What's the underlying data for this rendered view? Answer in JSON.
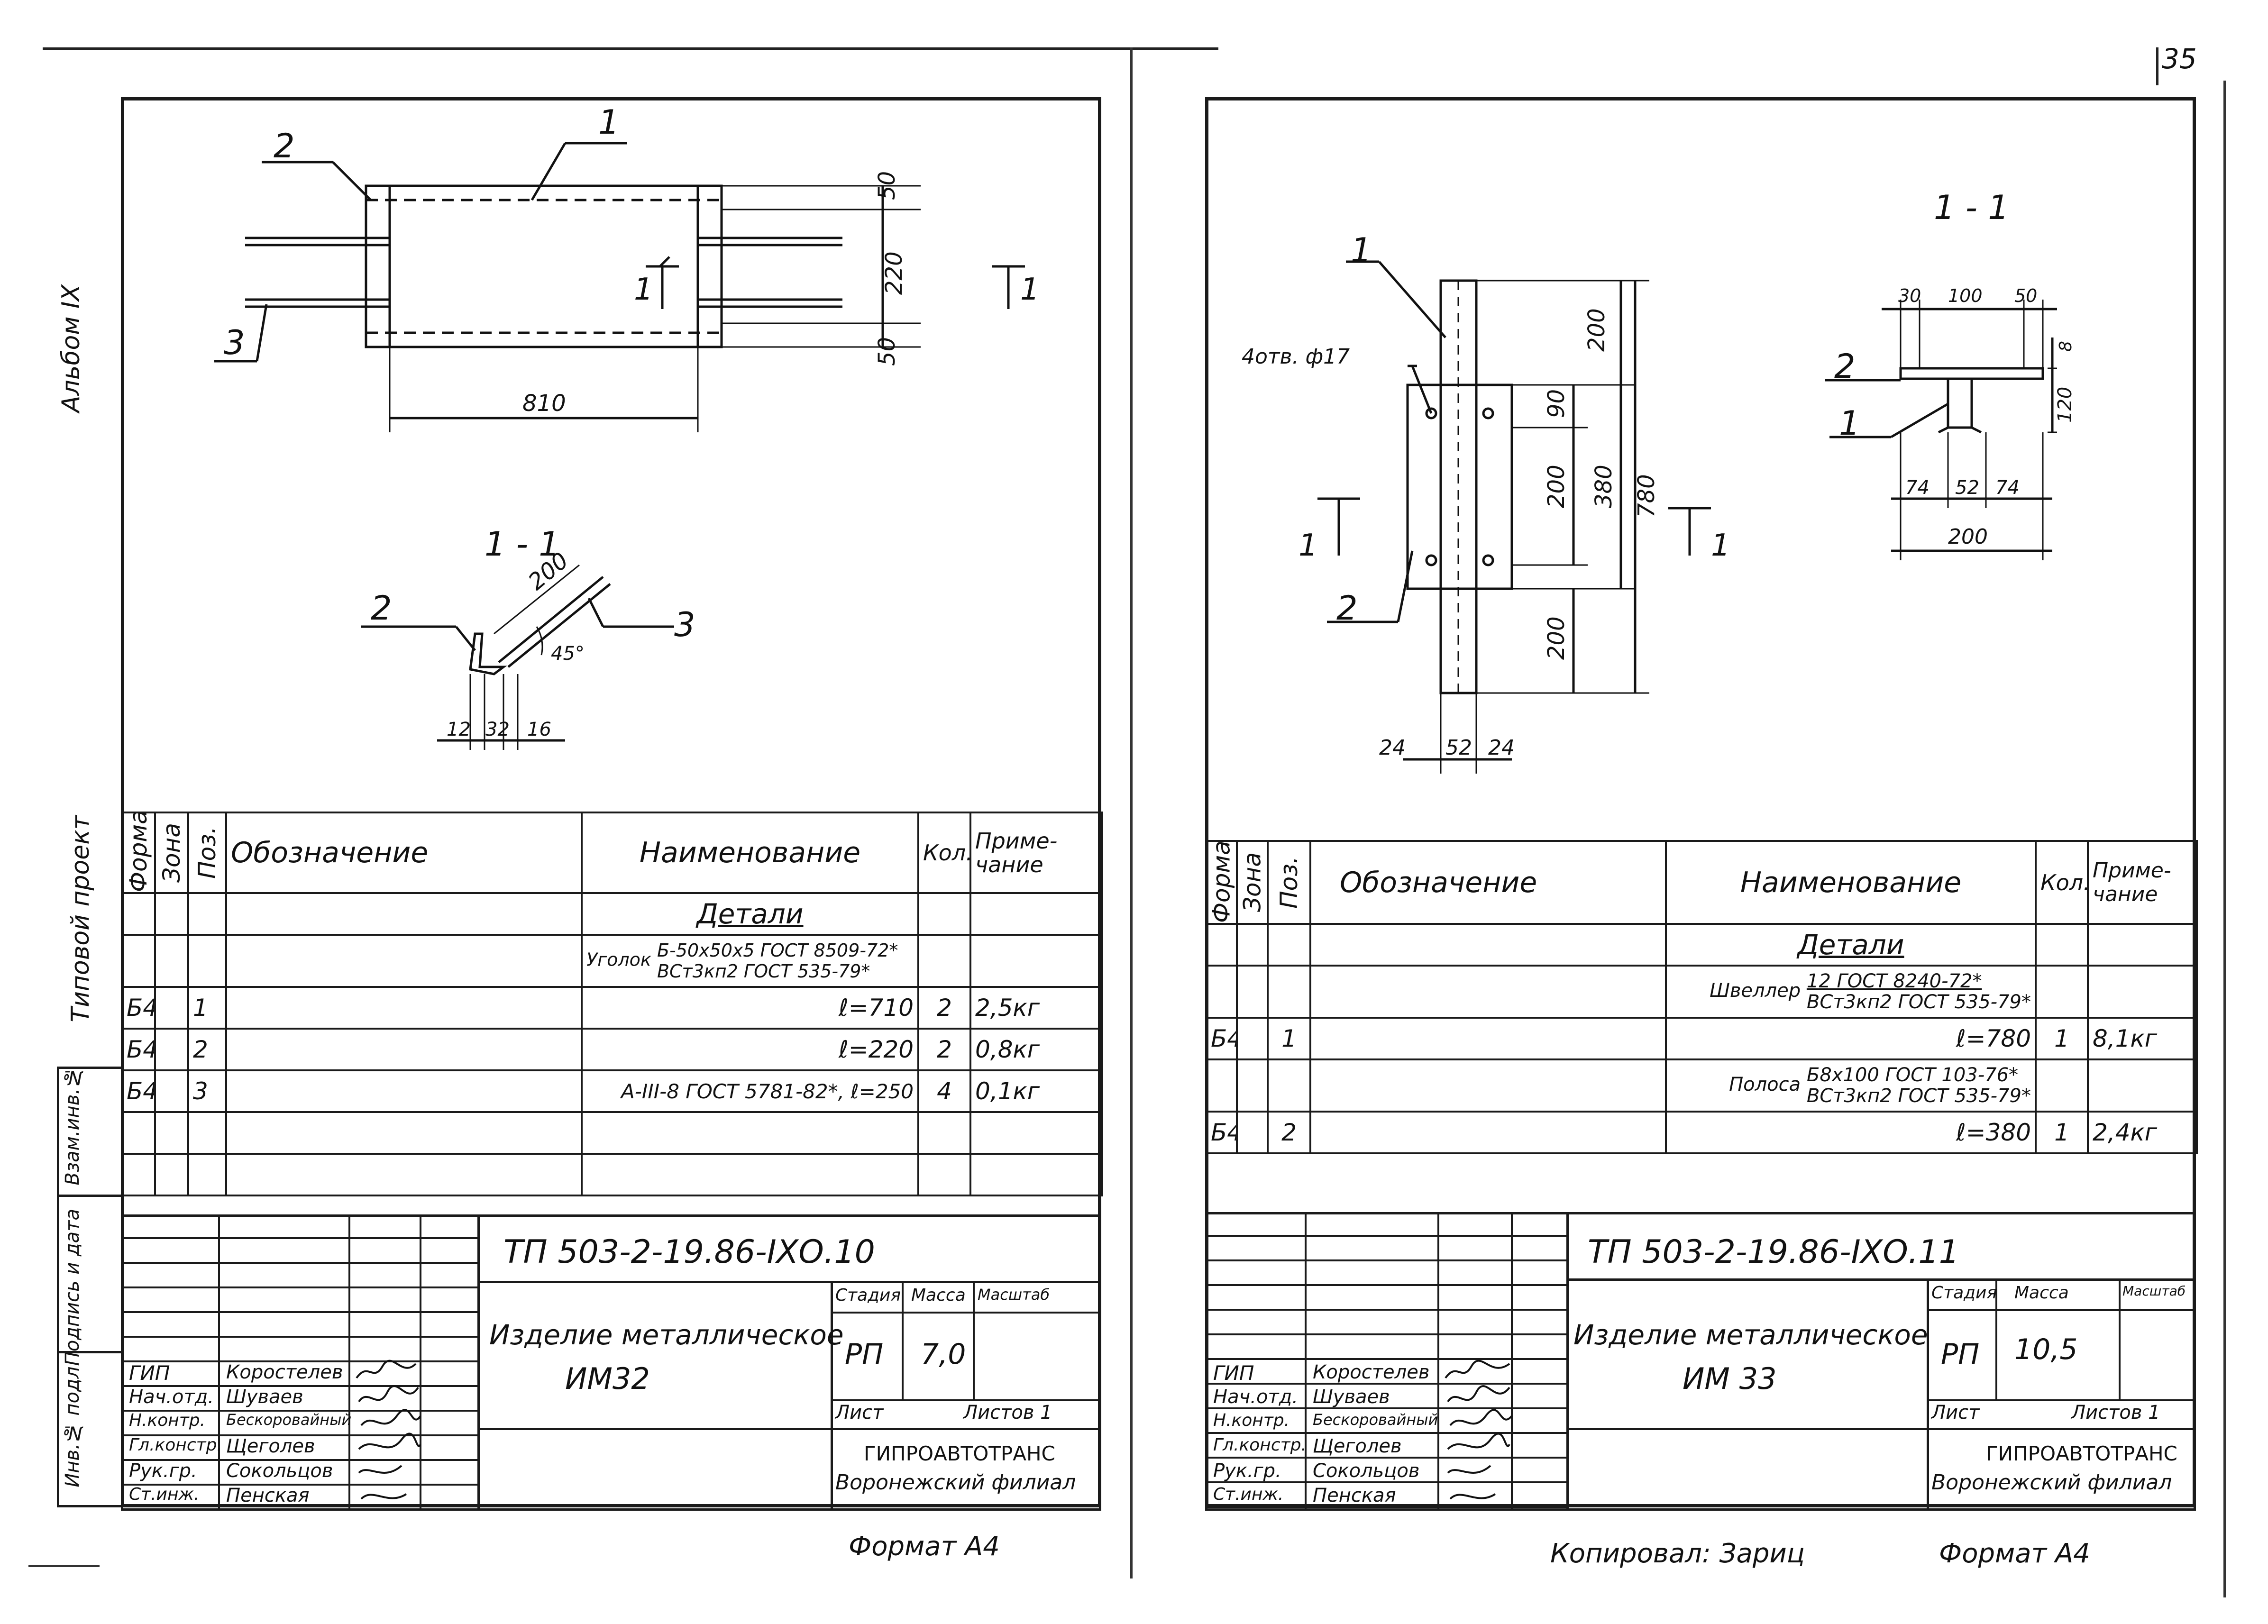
{
  "page_number": "35",
  "side_labels": {
    "album": "Альбом IX",
    "project": "Типовой проект",
    "inv_no": "Взам.инв.№",
    "signature_date": "Подпись и дата",
    "inv_no_orig": "Инв.№ подл."
  },
  "left": {
    "drawing": {
      "labels": [
        "1",
        "2",
        "3"
      ],
      "dim_50_top": "50",
      "dim_220": "220",
      "dim_50_bot": "50",
      "dim_810": "810",
      "section": "1 - 1",
      "section_mark": "1",
      "dim_200": "200",
      "angle": "45°",
      "dims_bottom": [
        "12",
        "32",
        "16"
      ]
    },
    "spec": {
      "headers": [
        "Формат",
        "Зона",
        "Поз.",
        "Обозначение",
        "Наименование",
        "Кол.",
        "Приме-чание"
      ],
      "section_title": "Детали",
      "material": [
        "Уголок",
        "Б-50x50x5 ГОСТ 8509-72*",
        "ВСт3кп2 ГОСТ 535-79*"
      ],
      "rows": [
        {
          "format": "Б4",
          "pos": "1",
          "name": "ℓ=710",
          "qty": "2",
          "note": "2,5кг"
        },
        {
          "format": "Б4",
          "pos": "2",
          "name": "ℓ=220",
          "qty": "2",
          "note": "0,8кг"
        },
        {
          "format": "Б4",
          "pos": "3",
          "name": "A-III-8 ГОСТ 5781-82*, ℓ=250",
          "qty": "4",
          "note": "0,1кг"
        }
      ]
    },
    "title_block": {
      "code": "ТП     503-2-19.86-IХО.10",
      "item": "Изделие металлическое",
      "item_code": "ИМ32",
      "stage_label": "Стадия",
      "mass_label": "Масса",
      "scale_label": "Масштаб",
      "stage": "РП",
      "mass": "7,0",
      "sheet_label": "Лист",
      "sheets_label": "Листов 1",
      "org": "ГИПРОАВТОТРАНС",
      "branch": "Воронежский филиал",
      "staff": [
        {
          "role": "ГИП",
          "name": "Коростелев"
        },
        {
          "role": "Нач.отд.",
          "name": "Шуваев"
        },
        {
          "role": "Н.контр.",
          "name": "Бескоровайный"
        },
        {
          "role": "Гл.констр.",
          "name": "Щеголев"
        },
        {
          "role": "Рук.гр.",
          "name": "Сокольцов"
        },
        {
          "role": "Ст.инж.",
          "name": "Пенская"
        }
      ]
    },
    "format": "Формат А4"
  },
  "right": {
    "drawing": {
      "labels": [
        "1",
        "2"
      ],
      "hole_note": "4отв. ф17",
      "dims_vertical": [
        "200",
        "90",
        "200",
        "380",
        "780",
        "200"
      ],
      "dims_bottom": [
        "24",
        "52",
        "24"
      ],
      "section": "1 - 1",
      "section_mark": "1",
      "dims_top": [
        "30",
        "100",
        "50"
      ],
      "dim_8": "8",
      "dim_120": "120",
      "dims_mid": [
        "74",
        "52",
        "74"
      ],
      "dim_200": "200"
    },
    "spec": {
      "headers": [
        "Формат",
        "Зона",
        "Поз.",
        "Обозначение",
        "Наименование",
        "Кол.",
        "Приме-чание"
      ],
      "section_title": "Детали",
      "material1": [
        "Швеллер",
        "12 ГОСТ 8240-72*",
        "ВСт3кп2 ГОСТ 535-79*"
      ],
      "material2": [
        "Полоса",
        "Б8x100 ГОСТ 103-76*",
        "ВСт3кп2 ГОСТ 535-79*"
      ],
      "rows": [
        {
          "format": "Б4",
          "pos": "1",
          "name": "ℓ=780",
          "qty": "1",
          "note": "8,1кг"
        },
        {
          "format": "Б4",
          "pos": "2",
          "name": "ℓ=380",
          "qty": "1",
          "note": "2,4кг"
        }
      ]
    },
    "title_block": {
      "code": "ТП     503-2-19.86-IХО.11",
      "item": "Изделие металлическое",
      "item_code": "ИМ 33",
      "stage_label": "Стадия",
      "mass_label": "Масса",
      "scale_label": "Масштаб",
      "stage": "РП",
      "mass": "10,5",
      "sheet_label": "Лист",
      "sheets_label": "Листов 1",
      "org": "ГИПРОАВТОТРАНС",
      "branch": "Воронежский филиал",
      "staff": [
        {
          "role": "ГИП",
          "name": "Коростелев"
        },
        {
          "role": "Нач.отд.",
          "name": "Шуваев"
        },
        {
          "role": "Н.контр.",
          "name": "Бескоровайный"
        },
        {
          "role": "Гл.констр.",
          "name": "Щеголев"
        },
        {
          "role": "Рук.гр.",
          "name": "Сокольцов"
        },
        {
          "role": "Ст.инж.",
          "name": "Пенская"
        }
      ]
    },
    "copied": "Копировал: Зариц",
    "format": "Формат А4"
  }
}
